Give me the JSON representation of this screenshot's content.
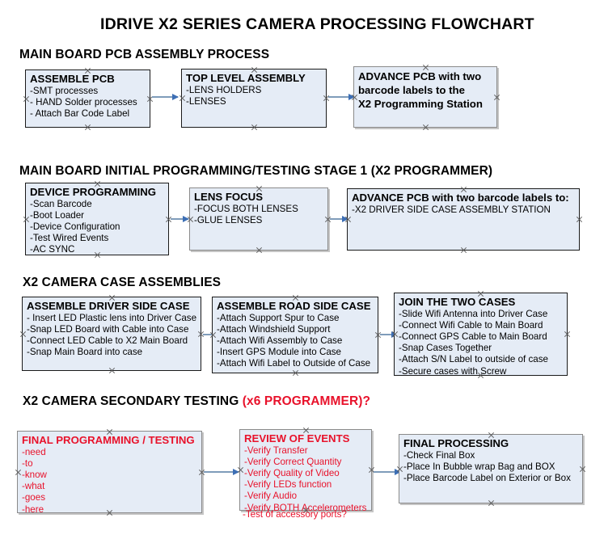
{
  "title": "IDRIVE X2  SERIES CAMERA PROCESSING FLOWCHART",
  "colors": {
    "box_fill": "#e5ecf6",
    "box_border_dark": "#1a1a1a",
    "box_border_gray": "#8a8a8a",
    "arrow": "#7f9cba",
    "arrowhead": "#3d6fb5",
    "text": "#000000",
    "accent_red": "#e8122b"
  },
  "sections": [
    {
      "heading": "MAIN BOARD PCB ASSEMBLY PROCESS",
      "heading_accent": "",
      "nodes": [
        {
          "title": "ASSEMBLE PCB",
          "title_lines": [],
          "lines": [
            "-SMT processes",
            "- HAND Solder processes",
            "- Attach Bar Code Label"
          ],
          "red": false
        },
        {
          "title": "TOP LEVEL ASSEMBLY",
          "title_lines": [],
          "lines": [
            "-LENS HOLDERS",
            "-LENSES"
          ],
          "red": false
        },
        {
          "title": "",
          "title_lines": [
            "ADVANCE PCB with two",
            "barcode labels to the",
            " X2 Programming Station"
          ],
          "lines": [],
          "red": false
        }
      ]
    },
    {
      "heading": "MAIN BOARD INITIAL PROGRAMMING/TESTING STAGE 1 (X2 PROGRAMMER)",
      "heading_accent": "",
      "nodes": [
        {
          "title": "DEVICE PROGRAMMING",
          "title_lines": [],
          "lines": [
            "-Scan Barcode",
            "-Boot Loader",
            "-Device Configuration",
            "-Test Wired Events",
            "-AC SYNC"
          ],
          "red": false
        },
        {
          "title": "LENS FOCUS",
          "title_lines": [],
          "lines": [
            "-FOCUS BOTH LENSES",
            "-GLUE LENSES"
          ],
          "red": false
        },
        {
          "title": "ADVANCE PCB with two barcode labels to:",
          "title_lines": [],
          "lines": [
            "-X2 DRIVER  SIDE  CASE  ASSEMBLY STATION"
          ],
          "red": false
        }
      ]
    },
    {
      "heading": "X2 CAMERA CASE ASSEMBLIES",
      "heading_accent": "",
      "nodes": [
        {
          "title": "ASSEMBLE DRIVER SIDE CASE",
          "title_lines": [],
          "lines": [
            "- Insert LED Plastic lens into Driver Case",
            "-Snap LED Board with Cable into Case",
            "-Connect LED Cable to X2 Main Board",
            "-Snap Main Board into case"
          ],
          "red": false
        },
        {
          "title": "ASSEMBLE ROAD SIDE CASE",
          "title_lines": [],
          "lines": [
            "-Attach Support Spur to Case",
            "-Attach Windshield Support",
            "-Attach Wifi Assembly to Case",
            "-Insert GPS Module into Case",
            "-Attach Wifi Label to Outside of Case"
          ],
          "red": false
        },
        {
          "title": "JOIN THE TWO CASES",
          "title_lines": [],
          "lines": [
            "-Slide Wifi Antenna into Driver Case",
            "-Connect Wifi Cable to Main Board",
            "-Connect GPS Cable to Main Board",
            "-Snap Cases Together",
            "-Attach S/N Label to outside of case",
            "-Secure cases with Screw"
          ],
          "red": false
        }
      ]
    },
    {
      "heading": "X2 CAMERA SECONDARY TESTING ",
      "heading_accent": "(x6 PROGRAMMER)?",
      "nodes": [
        {
          "title": "FINAL PROGRAMMING / TESTING",
          "title_lines": [],
          "lines": [
            "-need",
            "-to",
            "-know",
            "-what",
            "-goes",
            "-here"
          ],
          "red": true
        },
        {
          "title": "REVIEW OF EVENTS",
          "title_lines": [],
          "lines": [
            "-Verify Transfer",
            "-Verify Correct Quantity",
            "-Verify Quality of Video",
            "-Verify LEDs function",
            "-Verify Audio",
            "-Verify BOTH Accelerometers"
          ],
          "overflow_line": "-Test of accessory ports?",
          "red": true
        },
        {
          "title": "FINAL PROCESSING",
          "title_lines": [],
          "lines": [
            " -Check Final Box",
            "-Place In Bubble wrap Bag and BOX",
            "-Place Barcode Label on Exterior or Box"
          ],
          "red": false
        }
      ]
    }
  ]
}
